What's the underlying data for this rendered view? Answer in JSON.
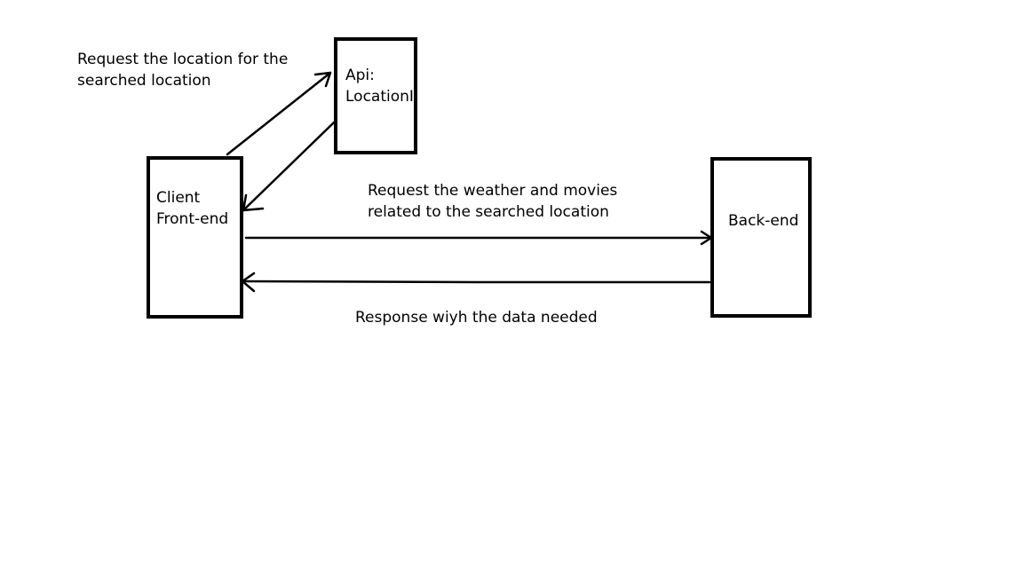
{
  "diagram": {
    "nodes": {
      "client": {
        "line1": "Client",
        "line2": "Front-end"
      },
      "api": {
        "line1": "Api:",
        "line2": "LocationI"
      },
      "backend": {
        "line1": "Back-end"
      }
    },
    "labels": {
      "api_request_line1": "Request the location for the",
      "api_request_line2": "searched location",
      "backend_request_line1": "Request the weather and movies",
      "backend_request_line2": "related to the searched location",
      "backend_response": "Response wiyh the data needed"
    }
  }
}
